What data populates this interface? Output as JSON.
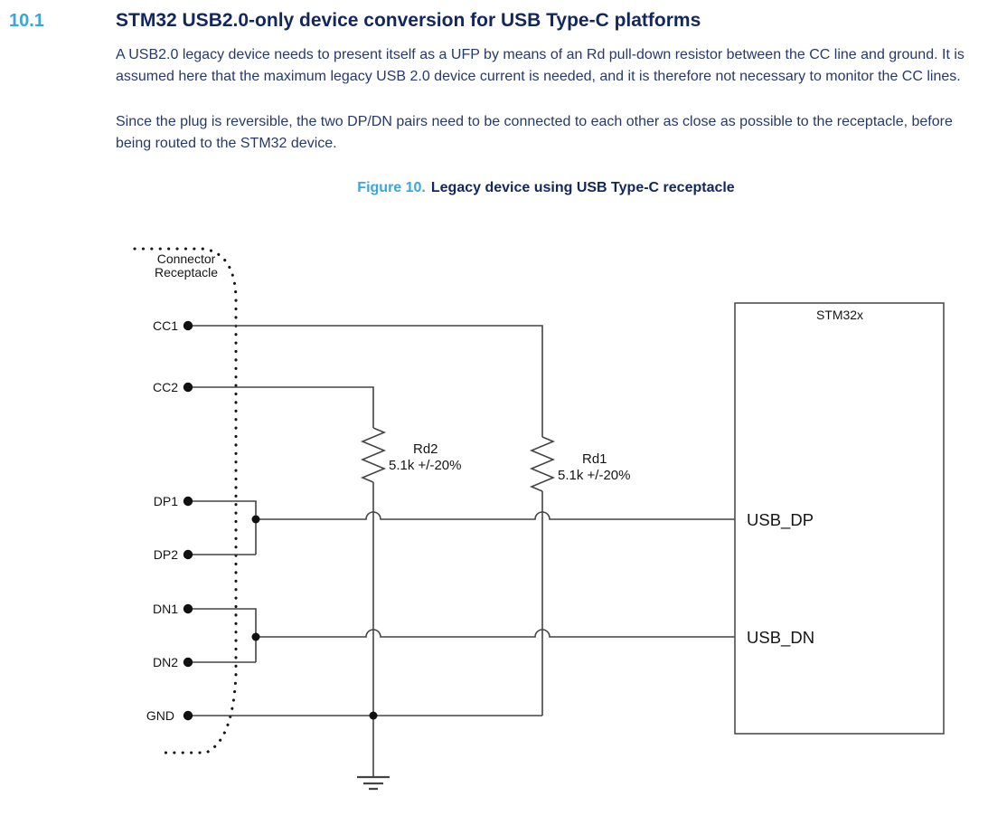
{
  "header": {
    "section_number": "10.1",
    "title": "STM32 USB2.0-only device conversion for USB Type-C platforms"
  },
  "body": {
    "paragraphs": [
      "A USB2.0 legacy device needs to present itself as a UFP by means of an Rd pull-down resistor between the CC line and ground. It is assumed here that the maximum legacy USB 2.0 device current is needed, and it is therefore not necessary to monitor the CC lines.",
      "Since the plug is reversible, the two DP/DN pairs need to be connected to each other as close as possible to the receptacle, before being routed to the STM32 device."
    ]
  },
  "figure": {
    "label": "Figure 10.",
    "title": "Legacy device using USB Type-C receptacle"
  },
  "diagram": {
    "connector_label_line1": "Connector",
    "connector_label_line2": "Receptacle",
    "pins": [
      "CC1",
      "CC2",
      "DP1",
      "DP2",
      "DN1",
      "DN2",
      "GND"
    ],
    "resistors": [
      {
        "name": "Rd2",
        "value": "5.1k +/-20%"
      },
      {
        "name": "Rd1",
        "value": "5.1k +/-20%"
      }
    ],
    "chip": {
      "name": "STM32x",
      "pins": [
        "USB_DP",
        "USB_DN"
      ]
    }
  },
  "colors": {
    "accent_blue": "#3aa6da",
    "heading_navy": "#13275f",
    "body_navy": "#27396b",
    "diagram_line": "#444444",
    "diagram_text": "#151515"
  }
}
